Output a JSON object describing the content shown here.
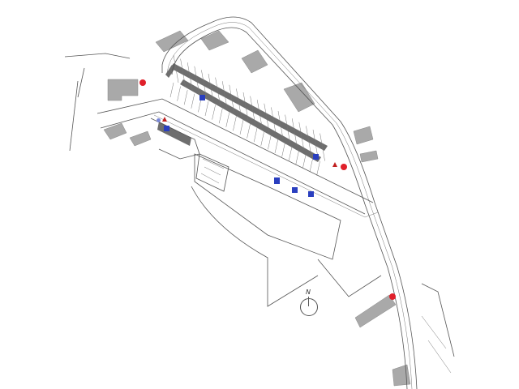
{
  "map": {
    "compass_label": "N",
    "colors": {
      "building": "#a9a9a9",
      "parking_block": "#6e6e6e",
      "marker_red": "#e0202a",
      "marker_blue": "#2a3fbf",
      "line": "#555555"
    },
    "markers": [
      {
        "type": "red-point",
        "icon": "red-circle-icon",
        "count": 3
      },
      {
        "type": "parking",
        "icon": "parking-sign-icon",
        "count": 7
      },
      {
        "type": "warning",
        "icon": "red-triangle-icon",
        "count": 2
      }
    ]
  }
}
